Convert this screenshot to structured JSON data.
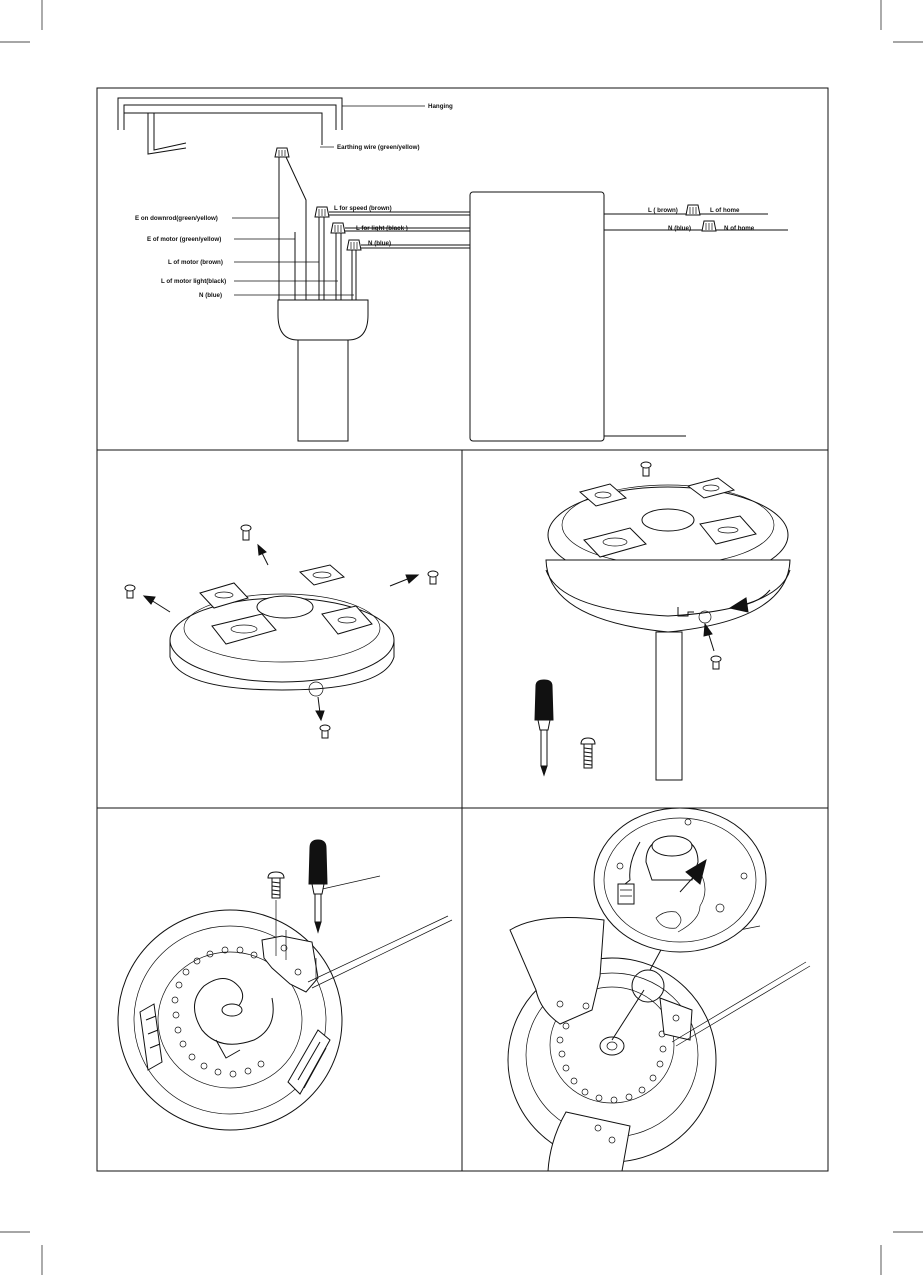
{
  "wiring": {
    "hanging": "Hanging",
    "earthing": "Earthing wire (green/yellow)",
    "l_speed": "L for speed (brown)",
    "l_light": "L for light (black )",
    "n_blue_top": "N (blue)",
    "e_downrod": "E on downrod(green/yellow)",
    "e_motor": "E of motor (green/yellow)",
    "l_motor": "L of motor (brown)",
    "l_motor_light": "L of motor light(black)",
    "n_blue": "N (blue)",
    "l_brown": "L ( brown)",
    "l_home": "L of home",
    "n_blue_home": "N (blue)",
    "n_home": "N of home"
  },
  "colors": {
    "line": "#111111",
    "background": "#ffffff"
  }
}
